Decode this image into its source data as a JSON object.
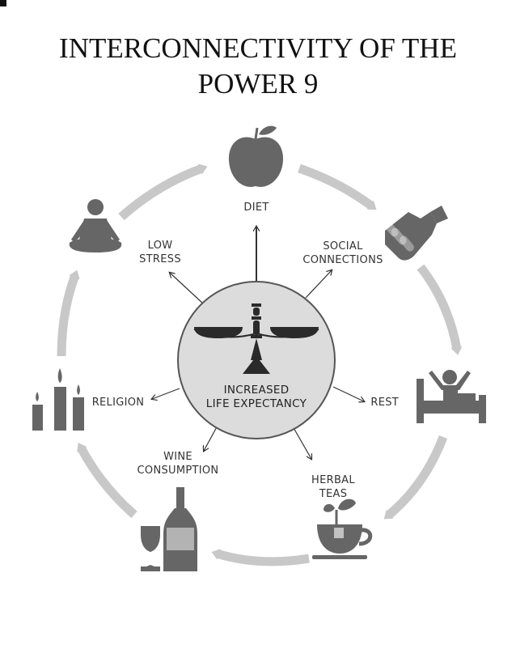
{
  "title_line1": "INTERCONNECTIVITY OF THE",
  "title_line2": "POWER 9",
  "center": {
    "line1": "INCREASED",
    "line2": "LIFE EXPECTANCY",
    "icon": "balance-scale-icon"
  },
  "labels": {
    "diet": "DIET",
    "social1": "SOCIAL",
    "social2": "CONNECTIONS",
    "rest": "REST",
    "herbal1": "HERBAL",
    "herbal2": "TEAS",
    "wine1": "WINE",
    "wine2": "CONSUMPTION",
    "religion": "RELIGION",
    "low1": "LOW",
    "low2": "STRESS"
  },
  "icons": {
    "diet": "apple-icon",
    "social": "handshake-icon",
    "rest": "bed-stretch-icon",
    "herbal": "teacup-icon",
    "wine": "wine-bottle-glass-icon",
    "religion": "candles-icon",
    "stress": "meditation-icon"
  },
  "colors": {
    "icon": "#666666",
    "arrow": "#c8c8c8",
    "circle_fill": "#dcdcdc",
    "circle_stroke": "#555555",
    "scale": "#2a2a2a"
  }
}
